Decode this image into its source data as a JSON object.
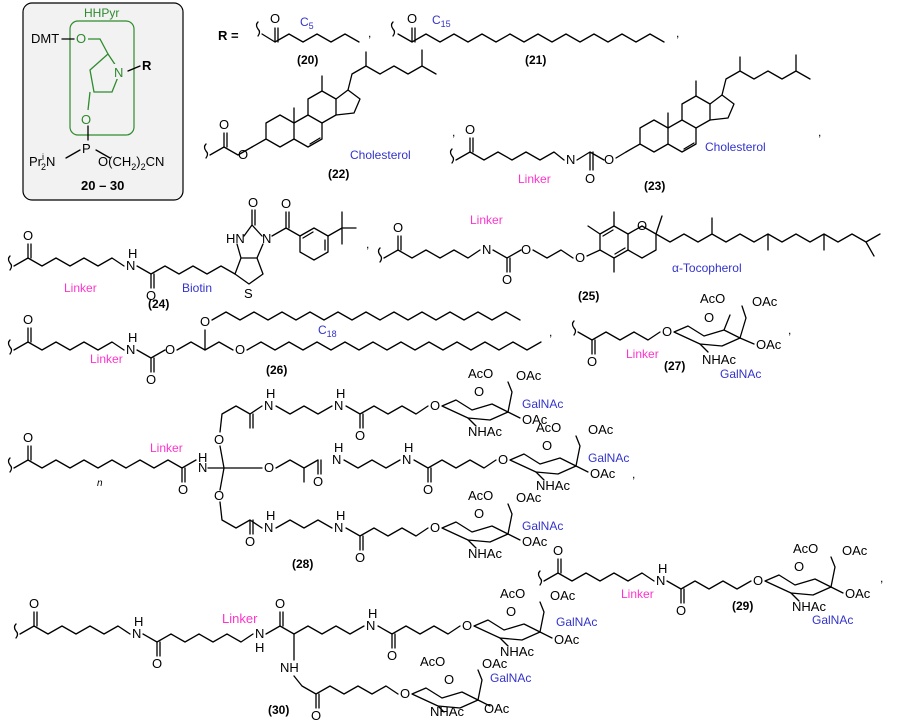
{
  "colors": {
    "linker": "#ff33cc",
    "label": "#3333cc",
    "hhpyr": "#2e8b2e",
    "bond": "#000000"
  },
  "box": {
    "hhpyr": "HHPyr",
    "dmt": "DMT",
    "r": "R",
    "o1": "O",
    "o2": "O",
    "n": "N",
    "p": "P",
    "npr": "N",
    "pr": "Pr",
    "pr_sup": "i",
    "pr_sub": "2",
    "o_tail": "O(CH",
    "o_tail_sub": "2",
    "o_tail_end": ")",
    "o_tail_sub2": "2",
    "cn": "CN",
    "compound_range": "20 – 30"
  },
  "r_equals": "R  =",
  "c5": "C",
  "c5_sub": "5",
  "c15": "C",
  "c15_sub": "15",
  "c18": "C",
  "c18_sub": "18",
  "labels": {
    "n20": "(20)",
    "n21": "(21)",
    "n22": "(22)",
    "n23": "(23)",
    "n24": "(24)",
    "n25": "(25)",
    "n26": "(26)",
    "n27": "(27)",
    "n28": "(28)",
    "n29": "(29)",
    "n30": "(30)"
  },
  "texts": {
    "cholesterol": "Cholesterol",
    "biotin": "Biotin",
    "tocopherol": "α-Tocopherol",
    "galnac": "GalNAc",
    "linker": "Linker",
    "oac": "OAc",
    "aco": "AcO",
    "nhac": "NHAc",
    "o": "O",
    "n": "N",
    "h": "H",
    "hn": "HN",
    "nh": "NH",
    "s": "S",
    "sub_n": "n",
    "comma": ","
  }
}
